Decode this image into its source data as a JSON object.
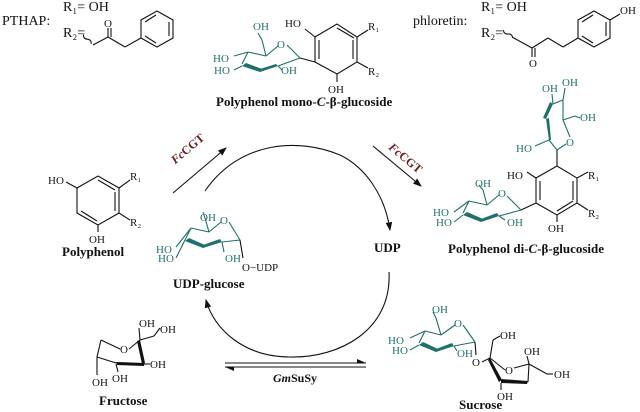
{
  "diagram": {
    "type": "reaction scheme",
    "colors": {
      "sugar_moiety": "#1f6f6a",
      "enzyme_label": "#6b1a1a",
      "text": "#111111"
    },
    "definitions": {
      "pthap": {
        "name": "PTHAP:",
        "r1": "R₁= OH",
        "r2": "R₂="
      },
      "phloretin": {
        "name": "phloretin:",
        "r1": "R₁= OH",
        "r2": "R₂="
      }
    },
    "compounds": {
      "polyphenol": "Polyphenol",
      "mono_glucoside": "Polyphenol mono-C-β-glucoside",
      "mono_glucoside_parts": {
        "pre": "Polyphenol mono-",
        "c": "C",
        "post": "-β-glucoside"
      },
      "di_glucoside": "Polyphenol di-C-β-glucoside",
      "di_glucoside_parts": {
        "pre": "Polyphenol di-",
        "c": "C",
        "post": "-β-glucoside"
      },
      "udp_glucose": "UDP-glucose",
      "udp": "UDP",
      "fructose": "Fructose",
      "sucrose": "Sucrose"
    },
    "enzymes": {
      "step1": {
        "italic": "Fc",
        "rest": "CGT"
      },
      "step2": {
        "italic": "Fc",
        "rest": "CGT"
      },
      "susy": {
        "italic": "Gm",
        "rest": "SuSy"
      }
    },
    "atom_labels": {
      "oh": "OH",
      "ho": "HO",
      "o": "O",
      "r1": "R₁",
      "r2": "R₂",
      "o_udp": "O−UDP"
    }
  }
}
